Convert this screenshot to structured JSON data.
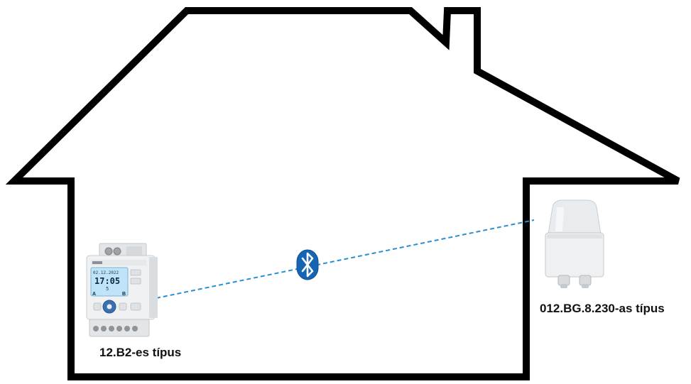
{
  "devices": {
    "timer_switch": {
      "label": "12.B2-es típus",
      "display_date": "02.12.2022",
      "display_time": "17:05",
      "display_small": "5",
      "channel_a": "A",
      "channel_b": "B"
    },
    "light_sensor": {
      "label": "012.BG.8.230-as típus"
    }
  },
  "connection": {
    "type": "bluetooth",
    "icon": "bluetooth-icon",
    "line_color": "#2a8fd0",
    "badge_color": "#1565b4"
  },
  "house": {
    "outline_color": "#000000"
  }
}
